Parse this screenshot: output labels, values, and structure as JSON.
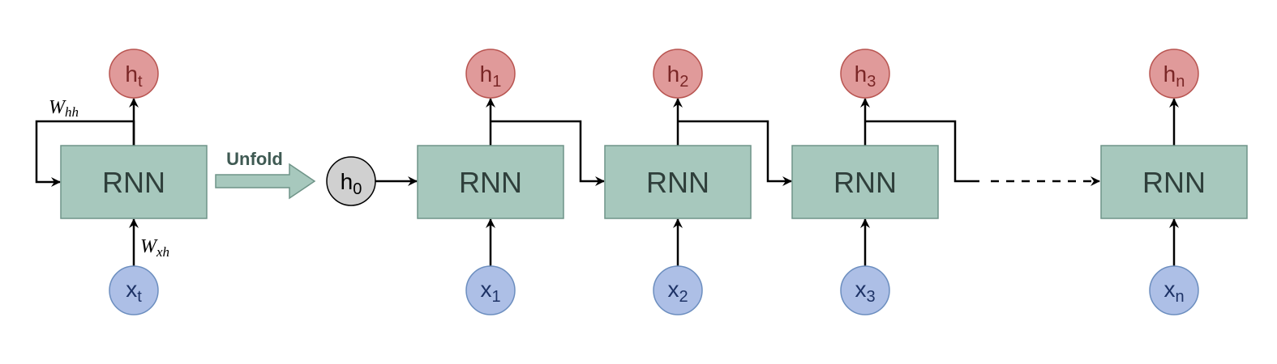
{
  "folded": {
    "rnn_label": "RNN",
    "hidden": {
      "base": "h",
      "sub": "t"
    },
    "input": {
      "base": "x",
      "sub": "t"
    },
    "recurrent_weight": {
      "base": "W",
      "sub": "hh"
    },
    "input_weight": {
      "base": "W",
      "sub": "xh"
    }
  },
  "unfold_label": "Unfold",
  "initial_state": {
    "base": "h",
    "sub": "0"
  },
  "steps": [
    {
      "rnn_label": "RNN",
      "hidden": {
        "base": "h",
        "sub": "1"
      },
      "input": {
        "base": "x",
        "sub": "1"
      }
    },
    {
      "rnn_label": "RNN",
      "hidden": {
        "base": "h",
        "sub": "2"
      },
      "input": {
        "base": "x",
        "sub": "2"
      }
    },
    {
      "rnn_label": "RNN",
      "hidden": {
        "base": "h",
        "sub": "3"
      },
      "input": {
        "base": "x",
        "sub": "3"
      }
    },
    {
      "rnn_label": "RNN",
      "hidden": {
        "base": "h",
        "sub": "n"
      },
      "input": {
        "base": "x",
        "sub": "n"
      }
    }
  ],
  "colors": {
    "rnn_fill": "#a7c8bd",
    "rnn_stroke": "#6f9488",
    "hidden_fill": "#e09a9a",
    "hidden_stroke": "#b85450",
    "hidden_text": "#7a2626",
    "input_fill": "#adbfe6",
    "input_stroke": "#6c8ebf",
    "input_text": "#1e3366",
    "initial_fill": "#d0d0d0",
    "initial_stroke": "#000000",
    "unfold_arrow_fill": "#a7c8bd",
    "unfold_arrow_stroke": "#6f9488",
    "edge": "#000000"
  }
}
